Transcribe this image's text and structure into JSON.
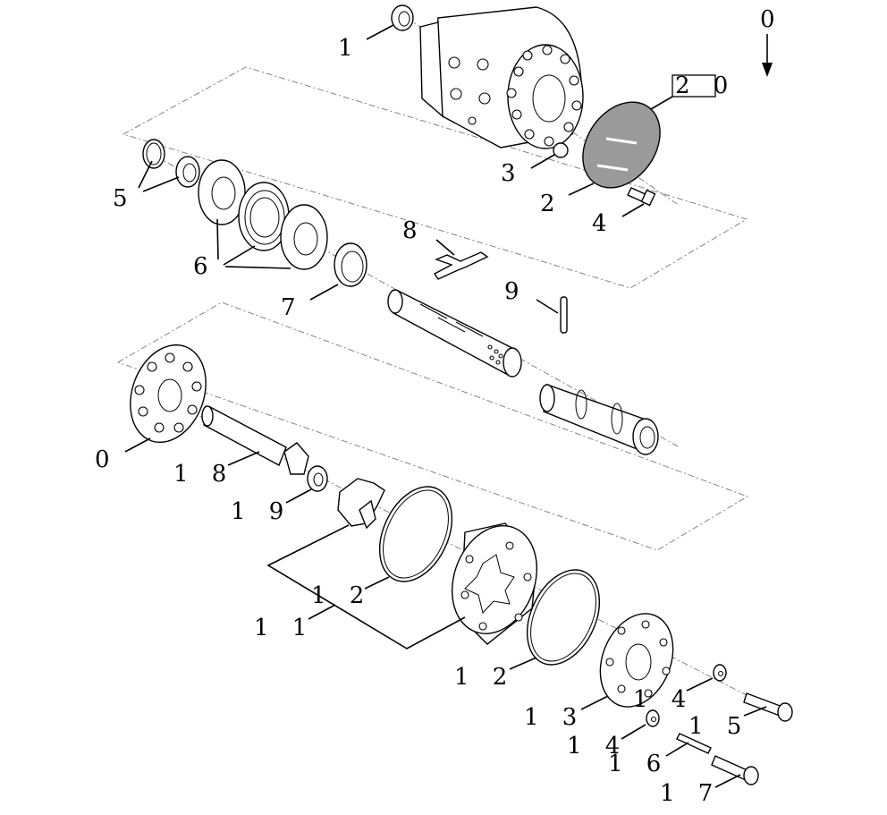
{
  "callouts": {
    "c_1": "1",
    "c_20": "2 0",
    "c_0_top": "0",
    "c_3": "3",
    "c_2": "2",
    "c_4": "4",
    "c_5": "5",
    "c_6": "6",
    "c_8": "8",
    "c_9": "9",
    "c_7": "7",
    "c_0": "0",
    "c_18": "1 8",
    "c_19": "1 9",
    "c_12a": "1 2",
    "c_11": "1 1",
    "c_12b": "1 2",
    "c_13": "1 3",
    "c_14a": "1 4",
    "c_14b": "1 4",
    "c_15": "1 5",
    "c_16": "1 6",
    "c_17": "1 7"
  },
  "colors": {
    "line": "#000000",
    "phantom": "#777777",
    "shaded_plate": "#9a9a9a",
    "background": "#ffffff"
  }
}
